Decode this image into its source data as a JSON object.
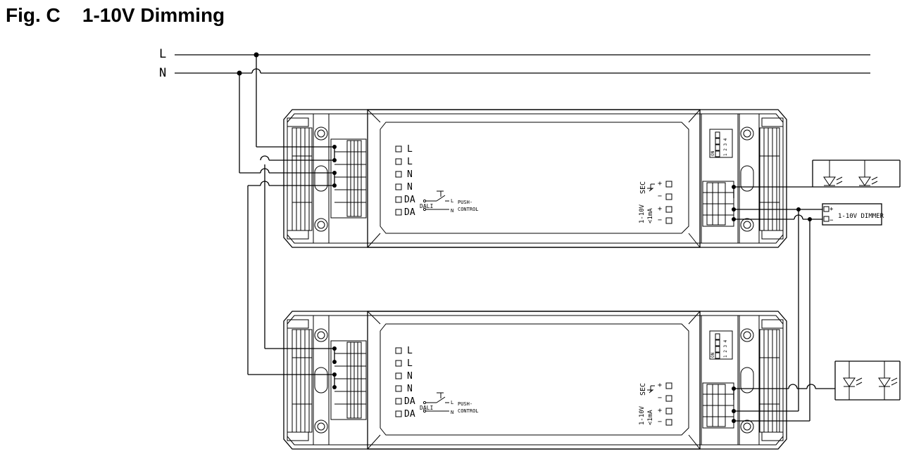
{
  "title": "Fig. C    1-10V Dimming",
  "mains": {
    "l_label": "L",
    "n_label": "N"
  },
  "driver": {
    "input_terminals": [
      "L",
      "L",
      "N",
      "N",
      "DA",
      "DA"
    ],
    "dali_label": "DALI",
    "switch_l": "L",
    "switch_n": "N",
    "push_label": "PUSH-",
    "control_label": "CONTROL",
    "sec_label": "SEC",
    "plus": "+",
    "minus": "−",
    "dim_label_1": "1-10V",
    "dim_label_2": "<1mA",
    "dip_on": "ON",
    "dip_numbers": "1 2 3 4"
  },
  "dimmer": {
    "label": "1-10V DIMMER",
    "plus": "+",
    "minus": "−"
  },
  "colors": {
    "line": "#000000",
    "background": "#ffffff"
  }
}
